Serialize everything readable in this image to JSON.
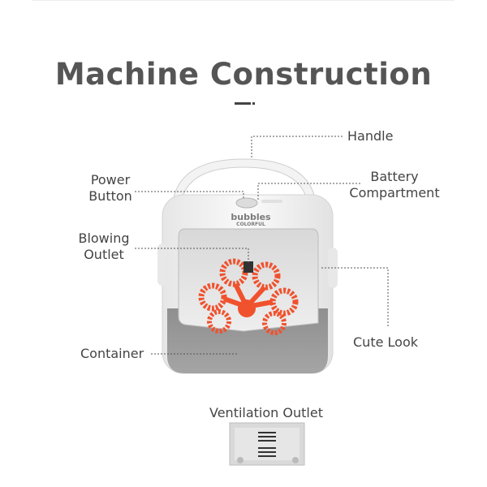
{
  "title": "Machine Construction",
  "labels": {
    "handle": "Handle",
    "power_button_line1": "Power",
    "power_button_line2": "Button",
    "battery_line1": "Battery",
    "battery_line2": "Compartment",
    "blowing_line1": "Blowing",
    "blowing_line2": "Outlet",
    "cute_look": "Cute Look",
    "container": "Container",
    "ventilation": "Ventilation Outlet"
  },
  "product": {
    "brand": "bubbles",
    "brand_sub": "COLORFUL"
  },
  "colors": {
    "body_white": "#f4f4f4",
    "base_gray": "#9b9b9b",
    "wand_red": "#f0522e",
    "text": "#444444"
  }
}
